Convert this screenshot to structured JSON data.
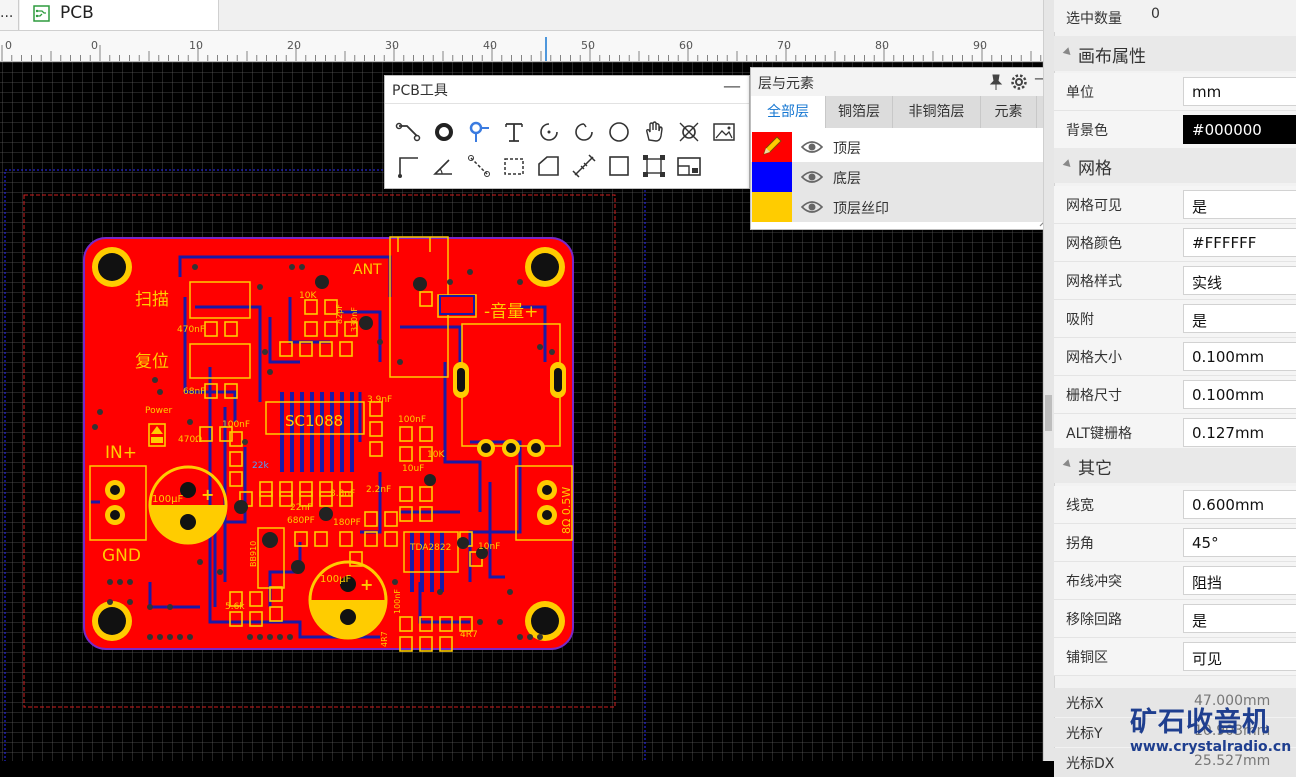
{
  "tabs": {
    "prev_label": "...",
    "active_label": "PCB"
  },
  "ruler": {
    "ticks": [
      "0",
      "0",
      "10",
      "20",
      "30",
      "40",
      "50",
      "60",
      "70",
      "80",
      "90"
    ]
  },
  "pcb_tools": {
    "title": "PCB工具",
    "minimize": "—"
  },
  "layers_panel": {
    "title": "层与元素",
    "minimize": "—",
    "tabs": [
      "全部层",
      "铜箔层",
      "非铜箔层",
      "元素"
    ],
    "active_tab": "全部层",
    "layers": [
      {
        "name": "顶层",
        "color": "#ff0000",
        "visible": true,
        "editing": true
      },
      {
        "name": "底层",
        "color": "#0000ff",
        "visible": true,
        "editing": false
      },
      {
        "name": "顶层丝印",
        "color": "#ffcc00",
        "visible": true,
        "editing": false
      }
    ]
  },
  "board_labels": {
    "scan": "扫描",
    "reset": "复位",
    "volume": "-音量+",
    "ant": "ANT",
    "chip1": "SC1088",
    "chip2": "TDA2822",
    "in_plus": "IN+",
    "gnd": "GND",
    "power": "Power",
    "speaker": "8Ω 0.5W",
    "cap1": "470nF",
    "cap2": "68nF",
    "cap3": "100nF",
    "cap4": "3.9nF",
    "cap5": "100μF",
    "cap6": "100μF",
    "res1": "10K",
    "res2": "470Ω",
    "res3": "22k",
    "cap7": "22nF",
    "cap8": "3.3nF",
    "cap9": "2.2nF",
    "cap10": "10uF",
    "cap11": "680PF",
    "cap12": "180PF",
    "res4": "5.6k",
    "res5": "4R7",
    "res6": "4R7",
    "diode": "BB910",
    "cap13": "10nF",
    "res7": "10K",
    "cap14": "100nF",
    "cap15": "82pF",
    "cap16": "330nF",
    "cap17": "100nF"
  },
  "props": {
    "selected_count_label": "选中数量",
    "selected_count": "0",
    "sections": {
      "canvas": "画布属性",
      "grid": "网格",
      "other": "其它"
    },
    "canvas_rows": [
      {
        "label": "单位",
        "value": "mm"
      },
      {
        "label": "背景色",
        "value": "#000000"
      }
    ],
    "grid_rows": [
      {
        "label": "网格可见",
        "value": "是"
      },
      {
        "label": "网格颜色",
        "value": "#FFFFFF"
      },
      {
        "label": "网格样式",
        "value": "实线"
      },
      {
        "label": "吸附",
        "value": "是"
      },
      {
        "label": "网格大小",
        "value": "0.100mm"
      },
      {
        "label": "栅格尺寸",
        "value": "0.100mm"
      },
      {
        "label": "ALT键栅格",
        "value": "0.127mm"
      }
    ],
    "other_rows": [
      {
        "label": "线宽",
        "value": "0.600mm"
      },
      {
        "label": "拐角",
        "value": "45°"
      },
      {
        "label": "布线冲突",
        "value": "阻挡"
      },
      {
        "label": "移除回路",
        "value": "是"
      },
      {
        "label": "铺铜区",
        "value": "可见"
      }
    ],
    "cursor_rows": [
      {
        "label": "光标X",
        "value": "47.000mm"
      },
      {
        "label": "光标Y",
        "value": "10.903mm"
      },
      {
        "label": "光标DX",
        "value": "25.527mm"
      }
    ]
  },
  "watermark": {
    "title": "矿石收音机",
    "url": "www.crystalradio.cn"
  },
  "colors": {
    "canvas_bg": "#000000",
    "board": "#ff0000",
    "silk": "#ffcc00",
    "bottom": "#0000ff",
    "accent": "#1677d2"
  }
}
